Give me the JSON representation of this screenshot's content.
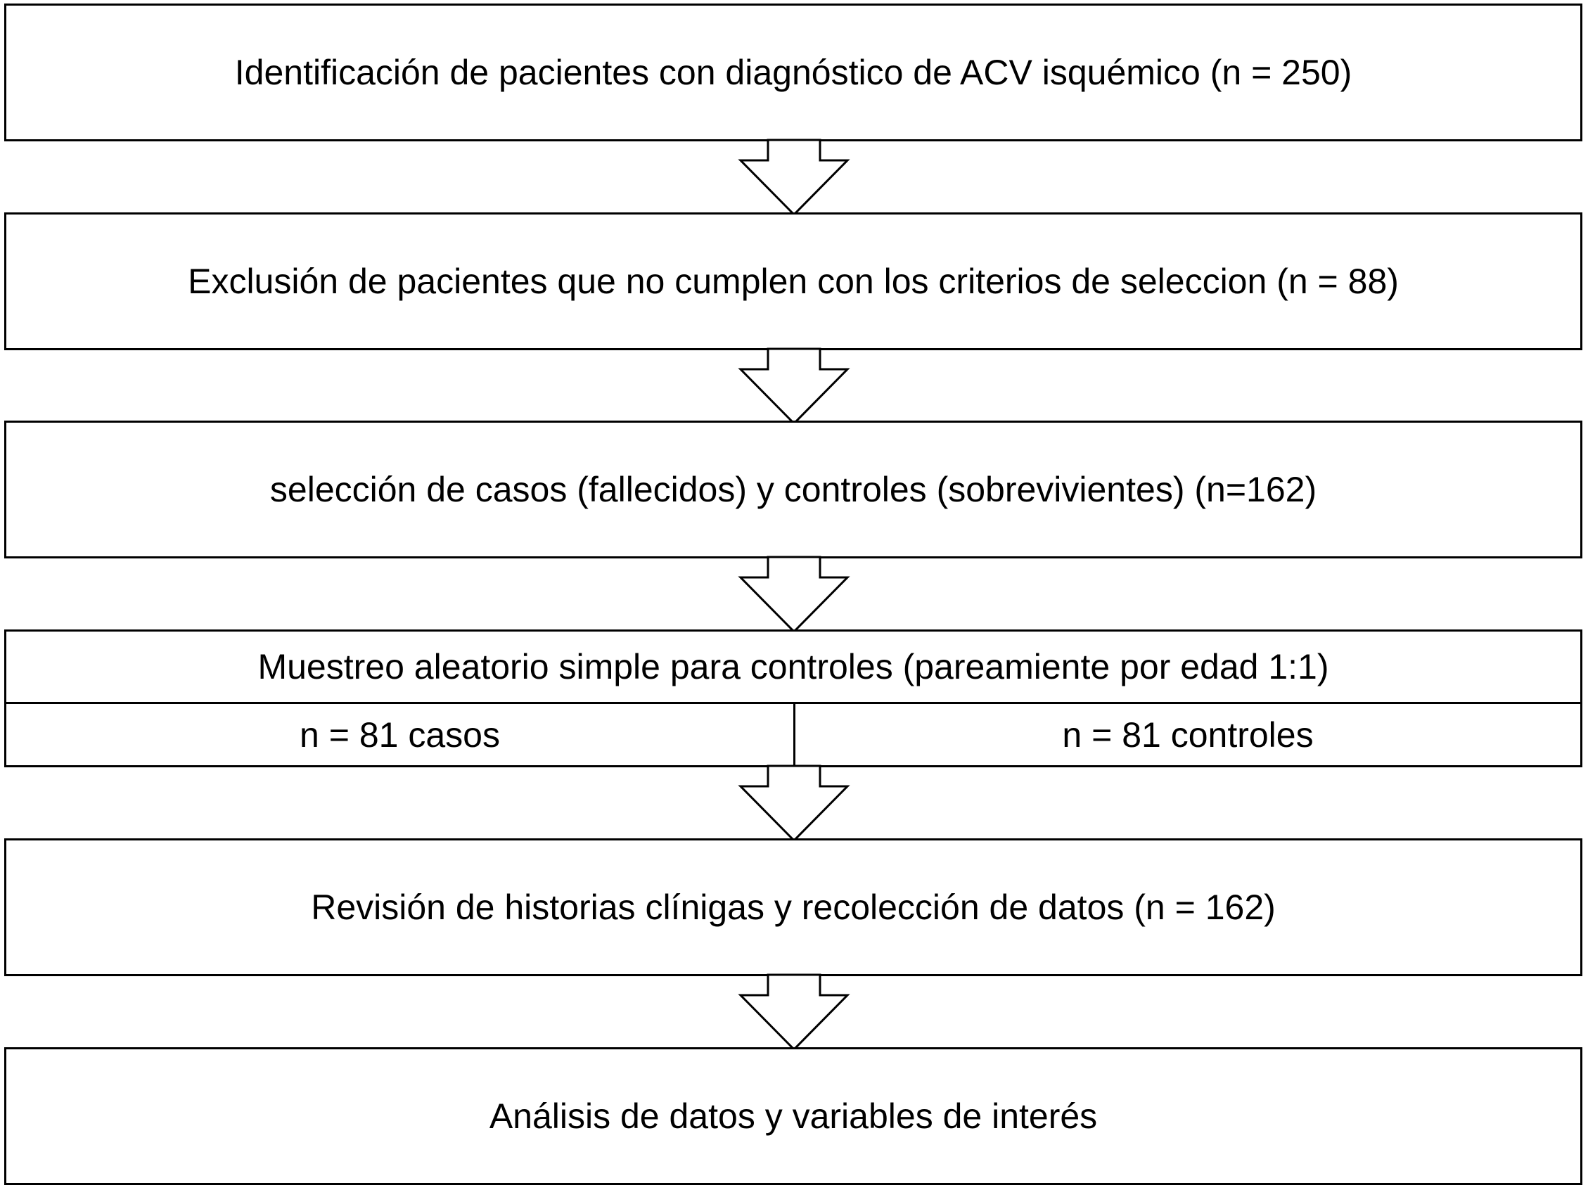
{
  "steps": [
    {
      "id": "identification",
      "text": "Identificación de pacientes con diagnóstico de ACV isquémico (n = 250)"
    },
    {
      "id": "exclusion",
      "text": "Exclusión de pacientes que no cumplen con los criterios de seleccion (n = 88)"
    },
    {
      "id": "selection",
      "text": "selección de casos (fallecidos) y controles (sobrevivientes) (n=162)"
    },
    {
      "id": "sampling",
      "text": "Muestreo aleatorio simple para controles (pareamiente por edad 1:1)",
      "left": "n = 81 casos",
      "right": "n = 81 controles"
    },
    {
      "id": "review",
      "text": "Revisión de historias clínigas y recolección de datos (n = 162)"
    },
    {
      "id": "analysis",
      "text": "Análisis de datos y variables de interés"
    }
  ],
  "colors": {
    "stroke": "#000000",
    "fill": "#ffffff"
  },
  "arrow_icon": "hollow-down-arrow-icon"
}
